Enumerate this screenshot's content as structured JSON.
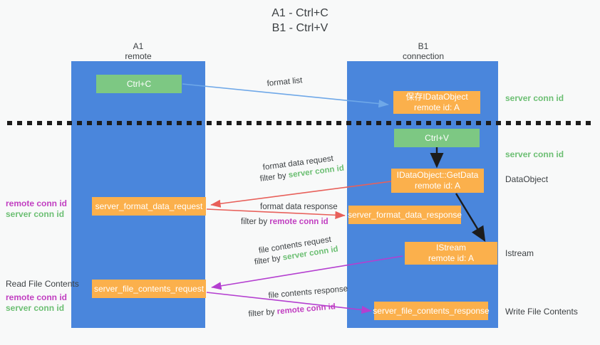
{
  "title": {
    "line1": "A1 - Ctrl+C",
    "line2": "B1 - Ctrl+V"
  },
  "columns": [
    {
      "id": "a1",
      "name": "A1",
      "role": "remote"
    },
    {
      "id": "b1",
      "name": "B1",
      "role": "connection"
    }
  ],
  "nodes": {
    "ctrl_c": {
      "label": "Ctrl+C"
    },
    "save_idataobject": {
      "line1": "保存IDataObject",
      "line2": "remote id: A"
    },
    "ctrl_v": {
      "label": "Ctrl+V"
    },
    "getdata": {
      "line1": "IDataObject::GetData",
      "line2": "remote id: A"
    },
    "format_data_request": {
      "label": "server_format_data_request"
    },
    "format_data_response": {
      "label": "server_format_data_response"
    },
    "istream": {
      "line1": "IStream",
      "line2": "remote id: A"
    },
    "file_contents_request": {
      "label": "server_file_contents_request"
    },
    "file_contents_response": {
      "label": "server_file_contents_response"
    }
  },
  "right_labels": {
    "server_conn_id_top": "server conn id",
    "server_conn_id_mid": "server conn id",
    "dataobject": "DataObject",
    "istream": "Istream",
    "write_file_contents": "Write File Contents"
  },
  "left_labels": {
    "read_file_contents": "Read File Contents",
    "remote_conn_id_1": "remote conn id",
    "server_conn_id_1": "server conn id",
    "remote_conn_id_2": "remote conn id",
    "server_conn_id_2": "server conn id"
  },
  "edges": {
    "format_list": "format list",
    "format_data_request": "format data request",
    "format_data_request_filter_prefix": "filter by ",
    "format_data_request_filter_value": "server conn id",
    "format_data_response": "format data response",
    "format_data_response_filter_prefix": "filter by ",
    "format_data_response_filter_value": "remote conn id",
    "file_contents_request": "file contents request",
    "file_contents_request_filter_prefix": "filter by ",
    "file_contents_request_filter_value": "server conn id",
    "file_contents_response": "file contents response",
    "file_contents_response_filter_prefix": "filter by ",
    "file_contents_response_filter_value": "remote conn id"
  },
  "colors": {
    "column": "#4a86dc",
    "node_orange": "#fbb04c",
    "node_green": "#7dc883",
    "conn_green": "#6cbf73",
    "conn_purple": "#c13fc1",
    "arrow_blue": "#6fa8e8",
    "arrow_red": "#e8605a",
    "arrow_purple": "#b43fd0",
    "arrow_black": "#1c1c1c",
    "background": "#f8f9f9"
  }
}
